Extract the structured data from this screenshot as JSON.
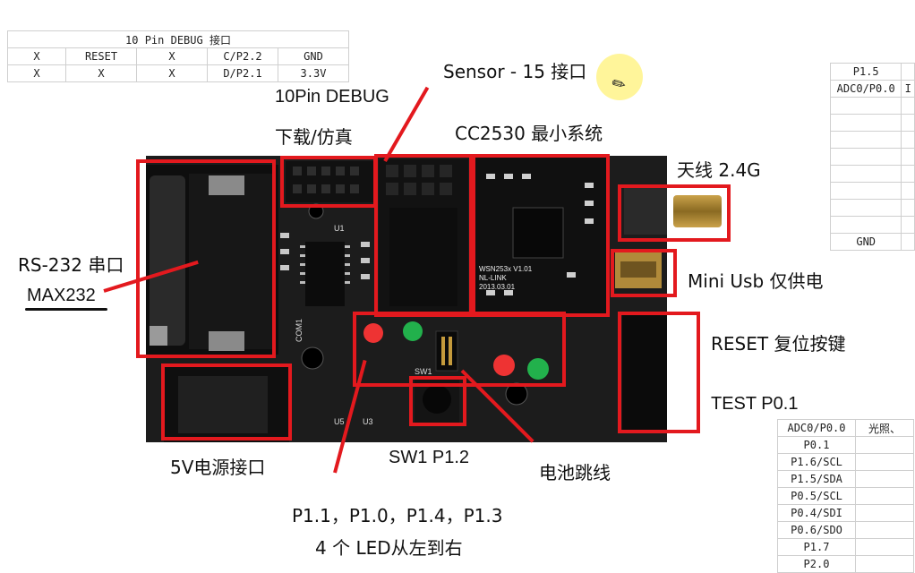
{
  "debug_table": {
    "title": "10 Pin DEBUG 接口",
    "rows": [
      [
        "X",
        "RESET",
        "X",
        "C/P2.2",
        "GND"
      ],
      [
        "X",
        "X",
        "X",
        "D/P2.1",
        "3.3V"
      ]
    ]
  },
  "labels": {
    "sensor": "Sensor - 15 接口",
    "debug_line1": "10Pin DEBUG",
    "debug_line2": "下载/仿真",
    "cc2530": "CC2530 最小系统",
    "antenna": "天线 2.4G",
    "rs232": "RS-232 串口",
    "max232": "MAX232",
    "miniusb": "Mini Usb 仅供电",
    "reset": "RESET 复位按键",
    "test": "TEST P0.1",
    "power": "5V电源接口",
    "sw1": "SW1 P1.2",
    "battery": "电池跳线",
    "leds_line1": "P1.1，P1.0，P1.4，P1.3",
    "leds_line2": "4 个 LED从左到右"
  },
  "right_top_table": {
    "rows": [
      "P1.5",
      "ADC0/P0.0",
      "",
      "",
      "",
      "",
      "",
      "",
      "",
      "",
      "GND"
    ],
    "extra": "I"
  },
  "right_bottom_table": {
    "rows": [
      [
        "ADC0/P0.0",
        "光照、"
      ],
      [
        "P0.1",
        ""
      ],
      [
        "P1.6/SCL",
        ""
      ],
      [
        "P1.5/SDA",
        ""
      ],
      [
        "P0.5/SCL",
        ""
      ],
      [
        "P0.4/SDI",
        ""
      ],
      [
        "P0.6/SDO",
        ""
      ],
      [
        "P1.7",
        ""
      ],
      [
        "P2.0",
        ""
      ]
    ]
  },
  "silkscreen": {
    "board_name": "WSN253x V1.01",
    "board_brand": "NL-LINK",
    "board_date": "2013.03.01",
    "com": "COM1",
    "u1": "U1",
    "u3": "U3",
    "u5": "U5",
    "sw": "SW1"
  },
  "colors": {
    "accent": "#e3191e",
    "board": "#1b1b1b",
    "cursor_highlight": "#fff59a"
  }
}
